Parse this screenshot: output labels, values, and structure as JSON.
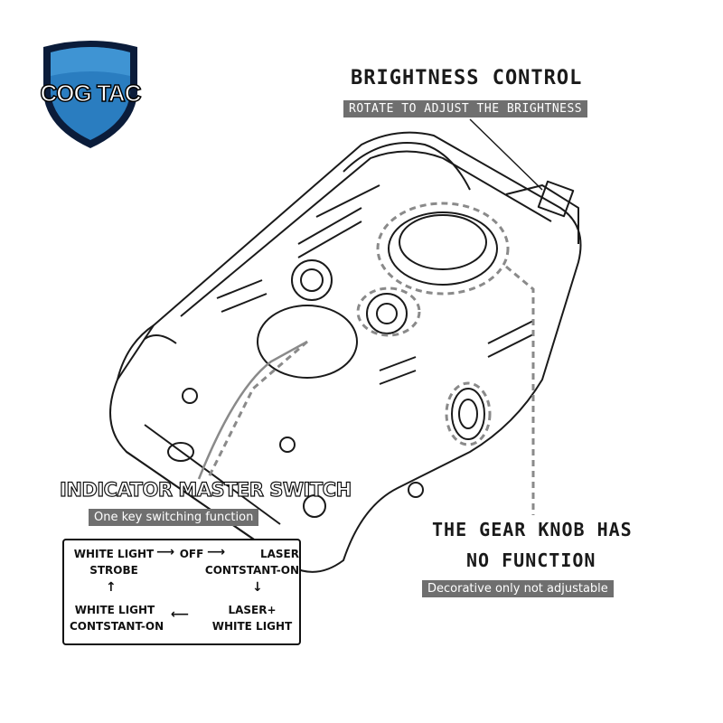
{
  "brand": {
    "logo_text": "COG TAC",
    "shield_color": "#2a7dc0",
    "shield_edge": "#0b1c3a"
  },
  "callouts": {
    "brightness": {
      "title": "BRIGHTNESS CONTROL",
      "subtitle": "ROTATE TO ADJUST THE BRIGHTNESS"
    },
    "master_switch": {
      "title": "INDICATOR MASTER SWITCH",
      "subtitle": "One key switching function"
    },
    "gear_knob": {
      "title_line1": "THE GEAR KNOB HAS",
      "title_line2": "NO FUNCTION",
      "subtitle": "Decorative only  not adjustable"
    }
  },
  "modes": {
    "white_strobe": "WHITE LIGHT\nSTROBE",
    "off": "OFF",
    "laser_on": "LASER\nCONTSTANT-ON",
    "laser_white": "LASER+\nWHITE LIGHT",
    "white_on": "WHITE LIGHT\nCONTSTANT-ON",
    "arrows": {
      "right": "⟶",
      "down": "↓",
      "left": "⟵",
      "up": "↑"
    }
  },
  "colors": {
    "line": "#1a1a1a",
    "dash": "#8a8a8a",
    "tag_bg": "#6f6f6f"
  }
}
